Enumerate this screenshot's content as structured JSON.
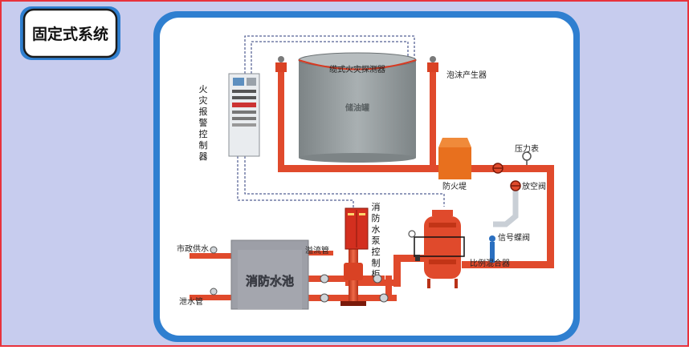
{
  "title_badge": "固定式系统",
  "tank_label": "储油罐",
  "cable_detector": "缆式火灾探测器",
  "foam_generator": "泡沫产生器",
  "fire_alarm_controller": [
    "火",
    "灾",
    "报",
    "警",
    "控",
    "制",
    "器"
  ],
  "fire_dike": "防火堤",
  "pressure_gauge": "压力表",
  "vent_valve": "放空阀",
  "pump_cabinet": [
    "消",
    "防",
    "水",
    "泵",
    "控",
    "制",
    "柜"
  ],
  "signal_butterfly_valve": "信号蝶阀",
  "proportional_mixer": "比例混合器",
  "overflow_pipe": "溢流管",
  "municipal_water": "市政供水",
  "drain_pipe": "泄水管",
  "fire_pool": "消防水池",
  "colors": {
    "frame_red": "#e8323c",
    "panel_bg": "#c7ccee",
    "frame_blue": "#2f7fd0",
    "pipe": "#e04a2c",
    "tank": "#9aa1a3",
    "dike": "#e8701e",
    "cabinet": "#d32f1f",
    "pool": "#9d9fa7"
  }
}
